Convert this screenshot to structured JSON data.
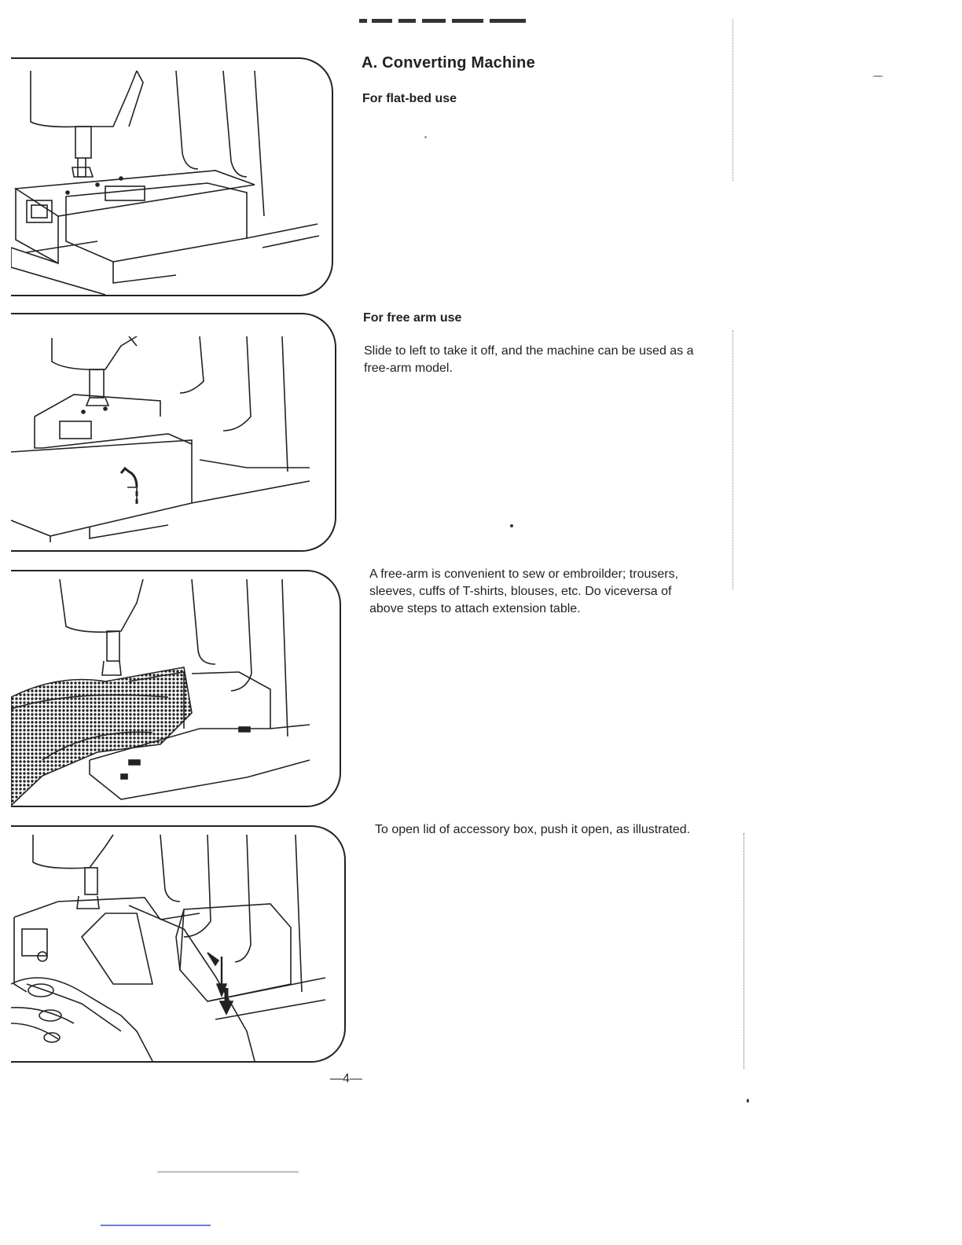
{
  "section": {
    "title": "A. Converting Machine"
  },
  "flat_bed": {
    "subtitle": "For flat-bed use"
  },
  "free_arm": {
    "subtitle": "For free arm use",
    "paragraph": "Slide to left to take it off, and the machine can be used as a free-arm model."
  },
  "convenience": {
    "paragraph": "A free-arm is convenient to sew or embroilder; trousers, sleeves, cuffs of T-shirts, blouses, etc. Do viceversa of above steps to attach extension table."
  },
  "accessory_box": {
    "paragraph": "To open lid of accessory box, push it open, as illustrated."
  },
  "footer": {
    "page_number": "—4—"
  },
  "colors": {
    "ink": "#222222",
    "paper": "#ffffff",
    "stray_line": "#6a7fd8"
  }
}
